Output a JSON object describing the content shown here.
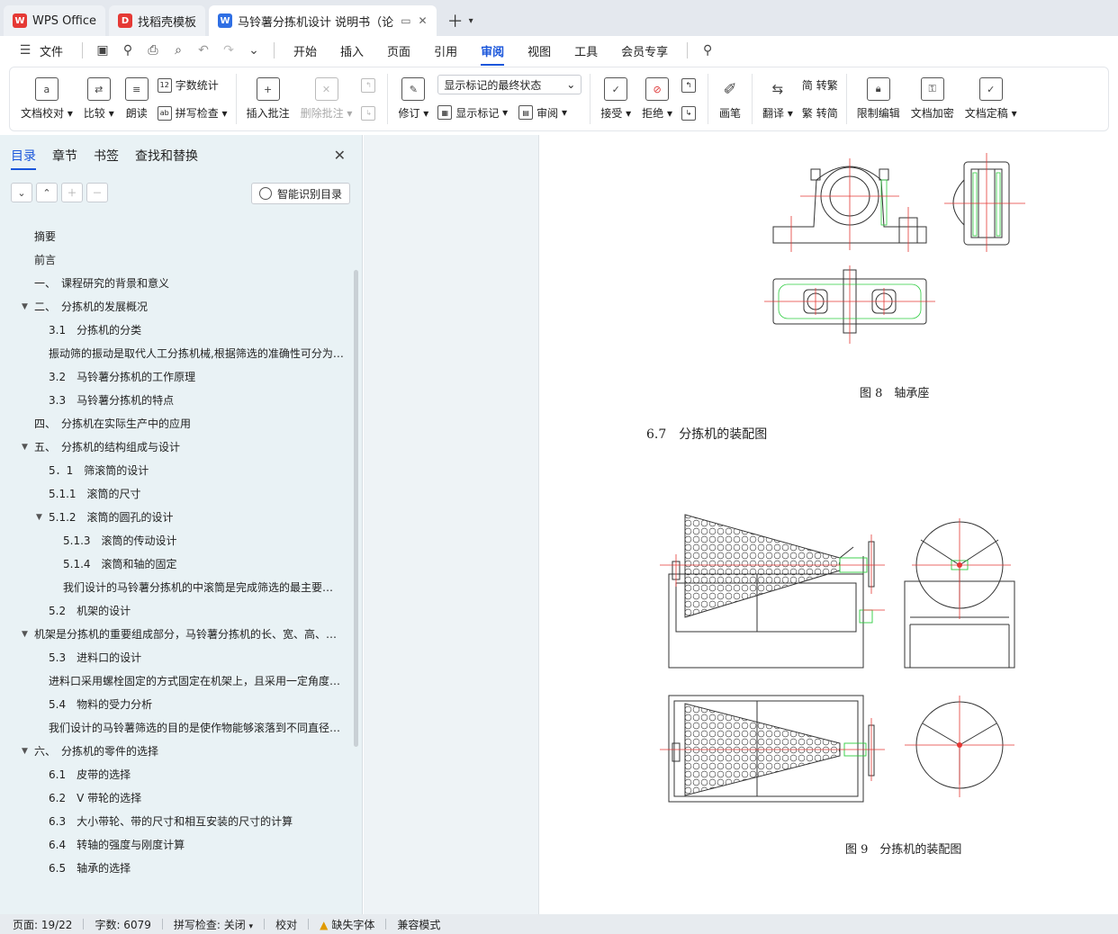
{
  "tabs": [
    {
      "label": "WPS Office",
      "icon": "wps-logo-icon",
      "color": "#e53935"
    },
    {
      "label": "找稻壳模板",
      "icon": "docer-logo-icon",
      "color": "#e53935"
    },
    {
      "label": "马铃薯分拣机设计 说明书（论",
      "icon": "word-doc-icon",
      "color": "#2f6fe4"
    }
  ],
  "menu": {
    "file": "文件",
    "items": [
      "开始",
      "插入",
      "页面",
      "引用",
      "审阅",
      "视图",
      "工具",
      "会员专享"
    ],
    "active": "审阅"
  },
  "ribbon": {
    "doc_check": "文档校对",
    "compare": "比较",
    "read_aloud": "朗读",
    "word_count": "字数统计",
    "spell_check": "拼写检查",
    "insert_comment": "插入批注",
    "delete_comment": "删除批注",
    "revise": "修订",
    "display_state": "显示标记的最终状态",
    "show_markup": "显示标记",
    "review": "审阅",
    "accept": "接受",
    "reject": "拒绝",
    "pen": "画笔",
    "translate": "翻译",
    "to_traditional": "简 转繁",
    "to_simplified": "繁 转简",
    "restrict_edit": "限制编辑",
    "encrypt": "文档加密",
    "finalize": "文档定稿"
  },
  "sidebar": {
    "tabs": [
      "目录",
      "章节",
      "书签",
      "查找和替换"
    ],
    "active_tab": "目录",
    "smart_toc": "智能识别目录",
    "toc": [
      {
        "label": "摘要",
        "indent": 38,
        "arrow": false
      },
      {
        "label": "前言",
        "indent": 38,
        "arrow": false
      },
      {
        "label": "一、　课程研究的背景和意义",
        "indent": 38,
        "arrow": false
      },
      {
        "label": "二、　分拣机的发展概况",
        "indent": 38,
        "arrow": true
      },
      {
        "label": "3.1　分拣机的分类",
        "indent": 54,
        "arrow": false
      },
      {
        "label": "振动筛的振动是取代人工分拣机械,根据筛选的准确性可分为…",
        "indent": 54,
        "arrow": false
      },
      {
        "label": "3.2　马铃薯分拣机的工作原理",
        "indent": 54,
        "arrow": false
      },
      {
        "label": "3.3　马铃薯分拣机的特点",
        "indent": 54,
        "arrow": false
      },
      {
        "label": "四、　分拣机在实际生产中的应用",
        "indent": 38,
        "arrow": false
      },
      {
        "label": "五、　分拣机的结构组成与设计",
        "indent": 38,
        "arrow": true
      },
      {
        "label": "5．1　筛滚筒的设计",
        "indent": 54,
        "arrow": false
      },
      {
        "label": "5.1.1　滚筒的尺寸",
        "indent": 54,
        "arrow": false
      },
      {
        "label": "5.1.2　滚筒的圆孔的设计",
        "indent": 54,
        "arrow": true
      },
      {
        "label": "5.1.3　滚筒的传动设计",
        "indent": 70,
        "arrow": false
      },
      {
        "label": "5.1.4　滚筒和轴的固定",
        "indent": 70,
        "arrow": false
      },
      {
        "label": "我们设计的马铃薯分拣机的中滚筒是完成筛选的最主要…",
        "indent": 70,
        "arrow": false
      },
      {
        "label": "5.2　机架的设计",
        "indent": 54,
        "arrow": false
      },
      {
        "label": "机架是分拣机的重要组成部分，马铃薯分拣机的长、宽、高、…",
        "indent": 38,
        "arrow": true
      },
      {
        "label": "5.3　进料口的设计",
        "indent": 54,
        "arrow": false
      },
      {
        "label": "进料口采用螺栓固定的方式固定在机架上，且采用一定角度…",
        "indent": 54,
        "arrow": false
      },
      {
        "label": "5.4　物料的受力分析",
        "indent": 54,
        "arrow": false
      },
      {
        "label": "我们设计的马铃薯筛选的目的是使作物能够滚落到不同直径…",
        "indent": 54,
        "arrow": false
      },
      {
        "label": "六、　分拣机的零件的选择",
        "indent": 38,
        "arrow": true
      },
      {
        "label": "6.1　皮带的选择",
        "indent": 54,
        "arrow": false
      },
      {
        "label": "6.2　V 带轮的选择",
        "indent": 54,
        "arrow": false
      },
      {
        "label": "6.3　大小带轮、带的尺寸和相互安装的尺寸的计算",
        "indent": 54,
        "arrow": false
      },
      {
        "label": "6.4　转轴的强度与刚度计算",
        "indent": 54,
        "arrow": false
      },
      {
        "label": "6.5　轴承的选择",
        "indent": 54,
        "arrow": false
      }
    ]
  },
  "document": {
    "fig8_caption": "图 8　轴承座",
    "section_heading": "6.7　分拣机的装配图",
    "fig9_caption": "图 9　分拣机的装配图"
  },
  "status": {
    "page": "页面: 19/22",
    "words": "字数: 6079",
    "spell": "拼写检查: 关闭",
    "proof": "校对",
    "missing_font": "缺失字体",
    "compat": "兼容模式"
  }
}
